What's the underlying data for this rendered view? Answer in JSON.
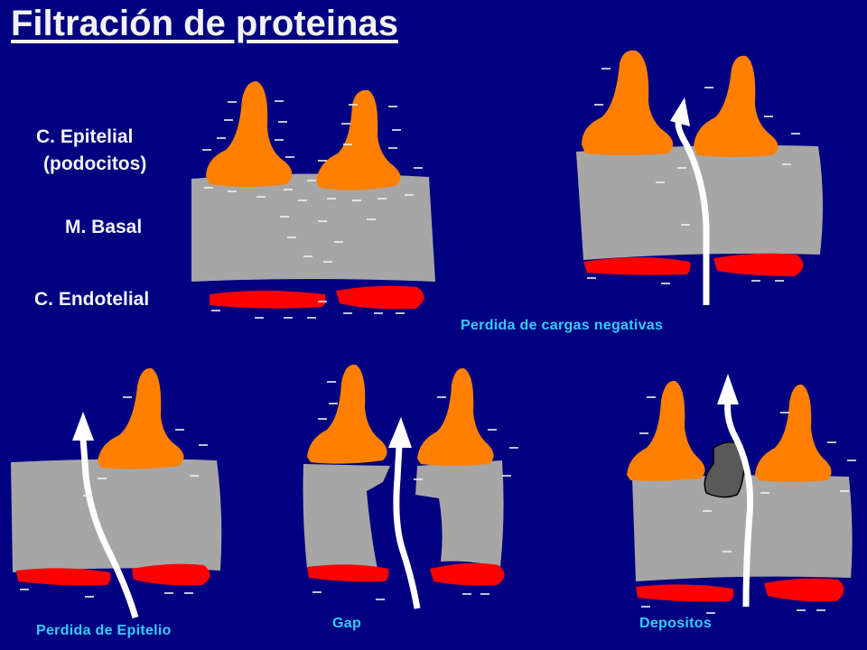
{
  "title": "Filtración de proteinas",
  "labels": {
    "epitelial": "C. Epitelial",
    "podocitos": "(podocitos)",
    "basal": "M. Basal",
    "endotelial": "C. Endotelial"
  },
  "captions": {
    "cargas": "Perdida de cargas negativas",
    "epitelio": "Perdida de Epitelio",
    "gap": "Gap",
    "depositos": "Depositos"
  },
  "colors": {
    "background": "#000080",
    "podocyte": "#ff8000",
    "membrane": "#a6a6a6",
    "endothelium": "#ff0000",
    "deposit": "#595959",
    "caption": "#33ccff"
  }
}
